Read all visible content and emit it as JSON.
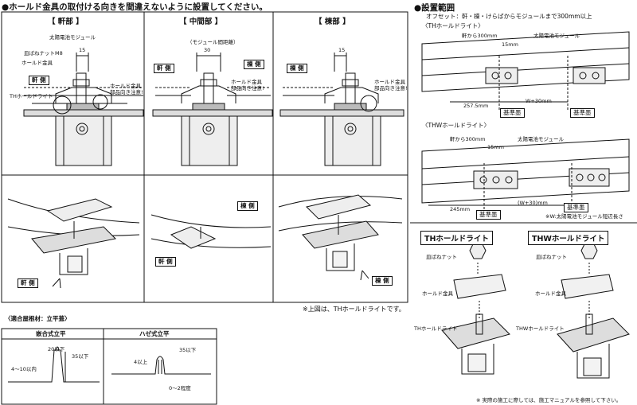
{
  "header": {
    "main_title": "●ホールド金具の取付ける向きを間違えないように設置してください。",
    "range_title": "●設置範囲"
  },
  "panels": [
    {
      "title": "【 軒部 】",
      "side_label": "軒 側"
    },
    {
      "title": "【 中間部 】",
      "side_label": "軒 側",
      "side_label2": "棟 側",
      "module_gap": "（モジュール間距離）",
      "dim": "30"
    },
    {
      "title": "【 棟部 】",
      "side_label": "棟 側"
    }
  ],
  "callouts": {
    "solar_module": "太陽電池モジュール",
    "flange_nut": "皿ばねナットM8",
    "hold_fitting": "ホールド金具",
    "th_hold_light": "THホールドライト",
    "dim15": "15",
    "warn_line1": "ホールド金具",
    "warn_line2": "部品向き注意!"
  },
  "perspective_labels": {
    "eaves_side": "軒 側",
    "ridge_side": "棟 側",
    "note": "※上図は、THホールドライトです。"
  },
  "roof_material": {
    "title": "〈適合屋根材：立平葺〉",
    "col1": "嵌合式立平",
    "col2": "ハゼ式立平",
    "d20": "20以下",
    "d35": "35以下",
    "d4_10": "4～10以内",
    "d4": "4以上",
    "d35b": "35以下",
    "d0_2": "0～2程度"
  },
  "install_range": {
    "subtitle": "オフセット：軒・棟・けらばからモジュールまで300mm以上",
    "th_label": "〈THホールドライト〉",
    "thw_label": "〈THWホールドライト〉",
    "from_eaves": "軒から300mm",
    "solar_module": "太陽電池モジュール",
    "dim15": "15mm",
    "d257": "257.5mm",
    "dW30": "W+30mm",
    "d245": "245mm",
    "dW30b": "(W+30)mm",
    "base_line": "基準墨",
    "note": "※W:太陽電池モジュール短辺長さ"
  },
  "parts": {
    "th_title": "THホールドライト",
    "thw_title": "THWホールドライト",
    "nut": "皿ばねナット",
    "hold": "ホールド金具",
    "th_base": "THホールドライト",
    "thw_base": "THWホールドライト",
    "note": "※ 実際の施工に際しては、施工マニュアルを参照して下さい。"
  }
}
